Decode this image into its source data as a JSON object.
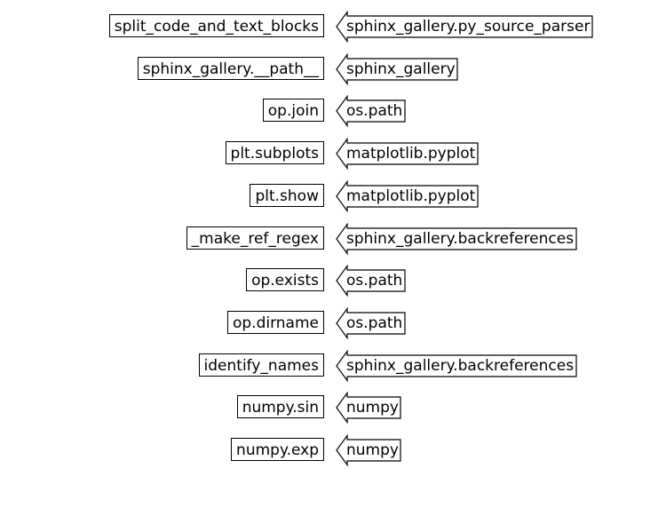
{
  "diagram": {
    "rows": [
      {
        "name": "split_code_and_text_blocks",
        "module": "sphinx_gallery.py_source_parser"
      },
      {
        "name": "sphinx_gallery.__path__",
        "module": "sphinx_gallery"
      },
      {
        "name": "op.join",
        "module": "os.path"
      },
      {
        "name": "plt.subplots",
        "module": "matplotlib.pyplot"
      },
      {
        "name": "plt.show",
        "module": "matplotlib.pyplot"
      },
      {
        "name": "_make_ref_regex",
        "module": "sphinx_gallery.backreferences"
      },
      {
        "name": "op.exists",
        "module": "os.path"
      },
      {
        "name": "op.dirname",
        "module": "os.path"
      },
      {
        "name": "identify_names",
        "module": "sphinx_gallery.backreferences"
      },
      {
        "name": "numpy.sin",
        "module": "numpy"
      },
      {
        "name": "numpy.exp",
        "module": "numpy"
      }
    ]
  }
}
